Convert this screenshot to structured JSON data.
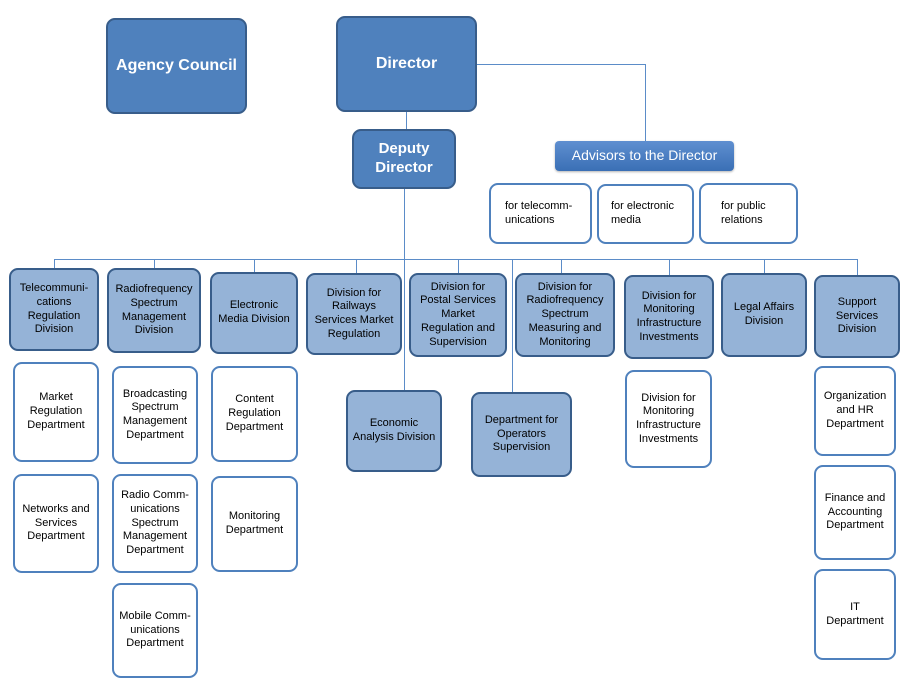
{
  "top": {
    "agency_council": "Agency Council",
    "director": "Director",
    "deputy_director": "Deputy Director"
  },
  "advisors": {
    "title": "Advisors to the Director",
    "items": [
      "for telecomm-unications",
      "for electronic media",
      "for public relations"
    ]
  },
  "divisions": [
    "Telecommuni-cations Regulation Division",
    "Radiofrequency Spectrum Management Division",
    "Electronic Media Division",
    "Division for Railways Services Market Regulation",
    "Division for Postal Services Market Regulation and Supervision",
    "Division for Radiofrequency Spectrum Measuring and Monitoring",
    "Division for Monitoring Infrastructure Investments",
    "Legal Affairs Division",
    "Support Services Division"
  ],
  "mid_units": [
    "Economic Analysis Division",
    "Department for Operators Supervision"
  ],
  "departments": {
    "telecom": [
      "Market Regulation Department",
      "Networks and Services Department"
    ],
    "radiofrequency": [
      "Broadcasting Spectrum Management Department",
      "Radio Comm-unications Spectrum Management Department",
      "Mobile Comm-unications Department"
    ],
    "electronic_media": [
      "Content Regulation Department",
      "Monitoring Department"
    ],
    "monitoring": [
      "Division for Monitoring Infrastructure Investments"
    ],
    "support": [
      "Organization and HR Department",
      "Finance and Accounting Department",
      "IT Department"
    ]
  }
}
